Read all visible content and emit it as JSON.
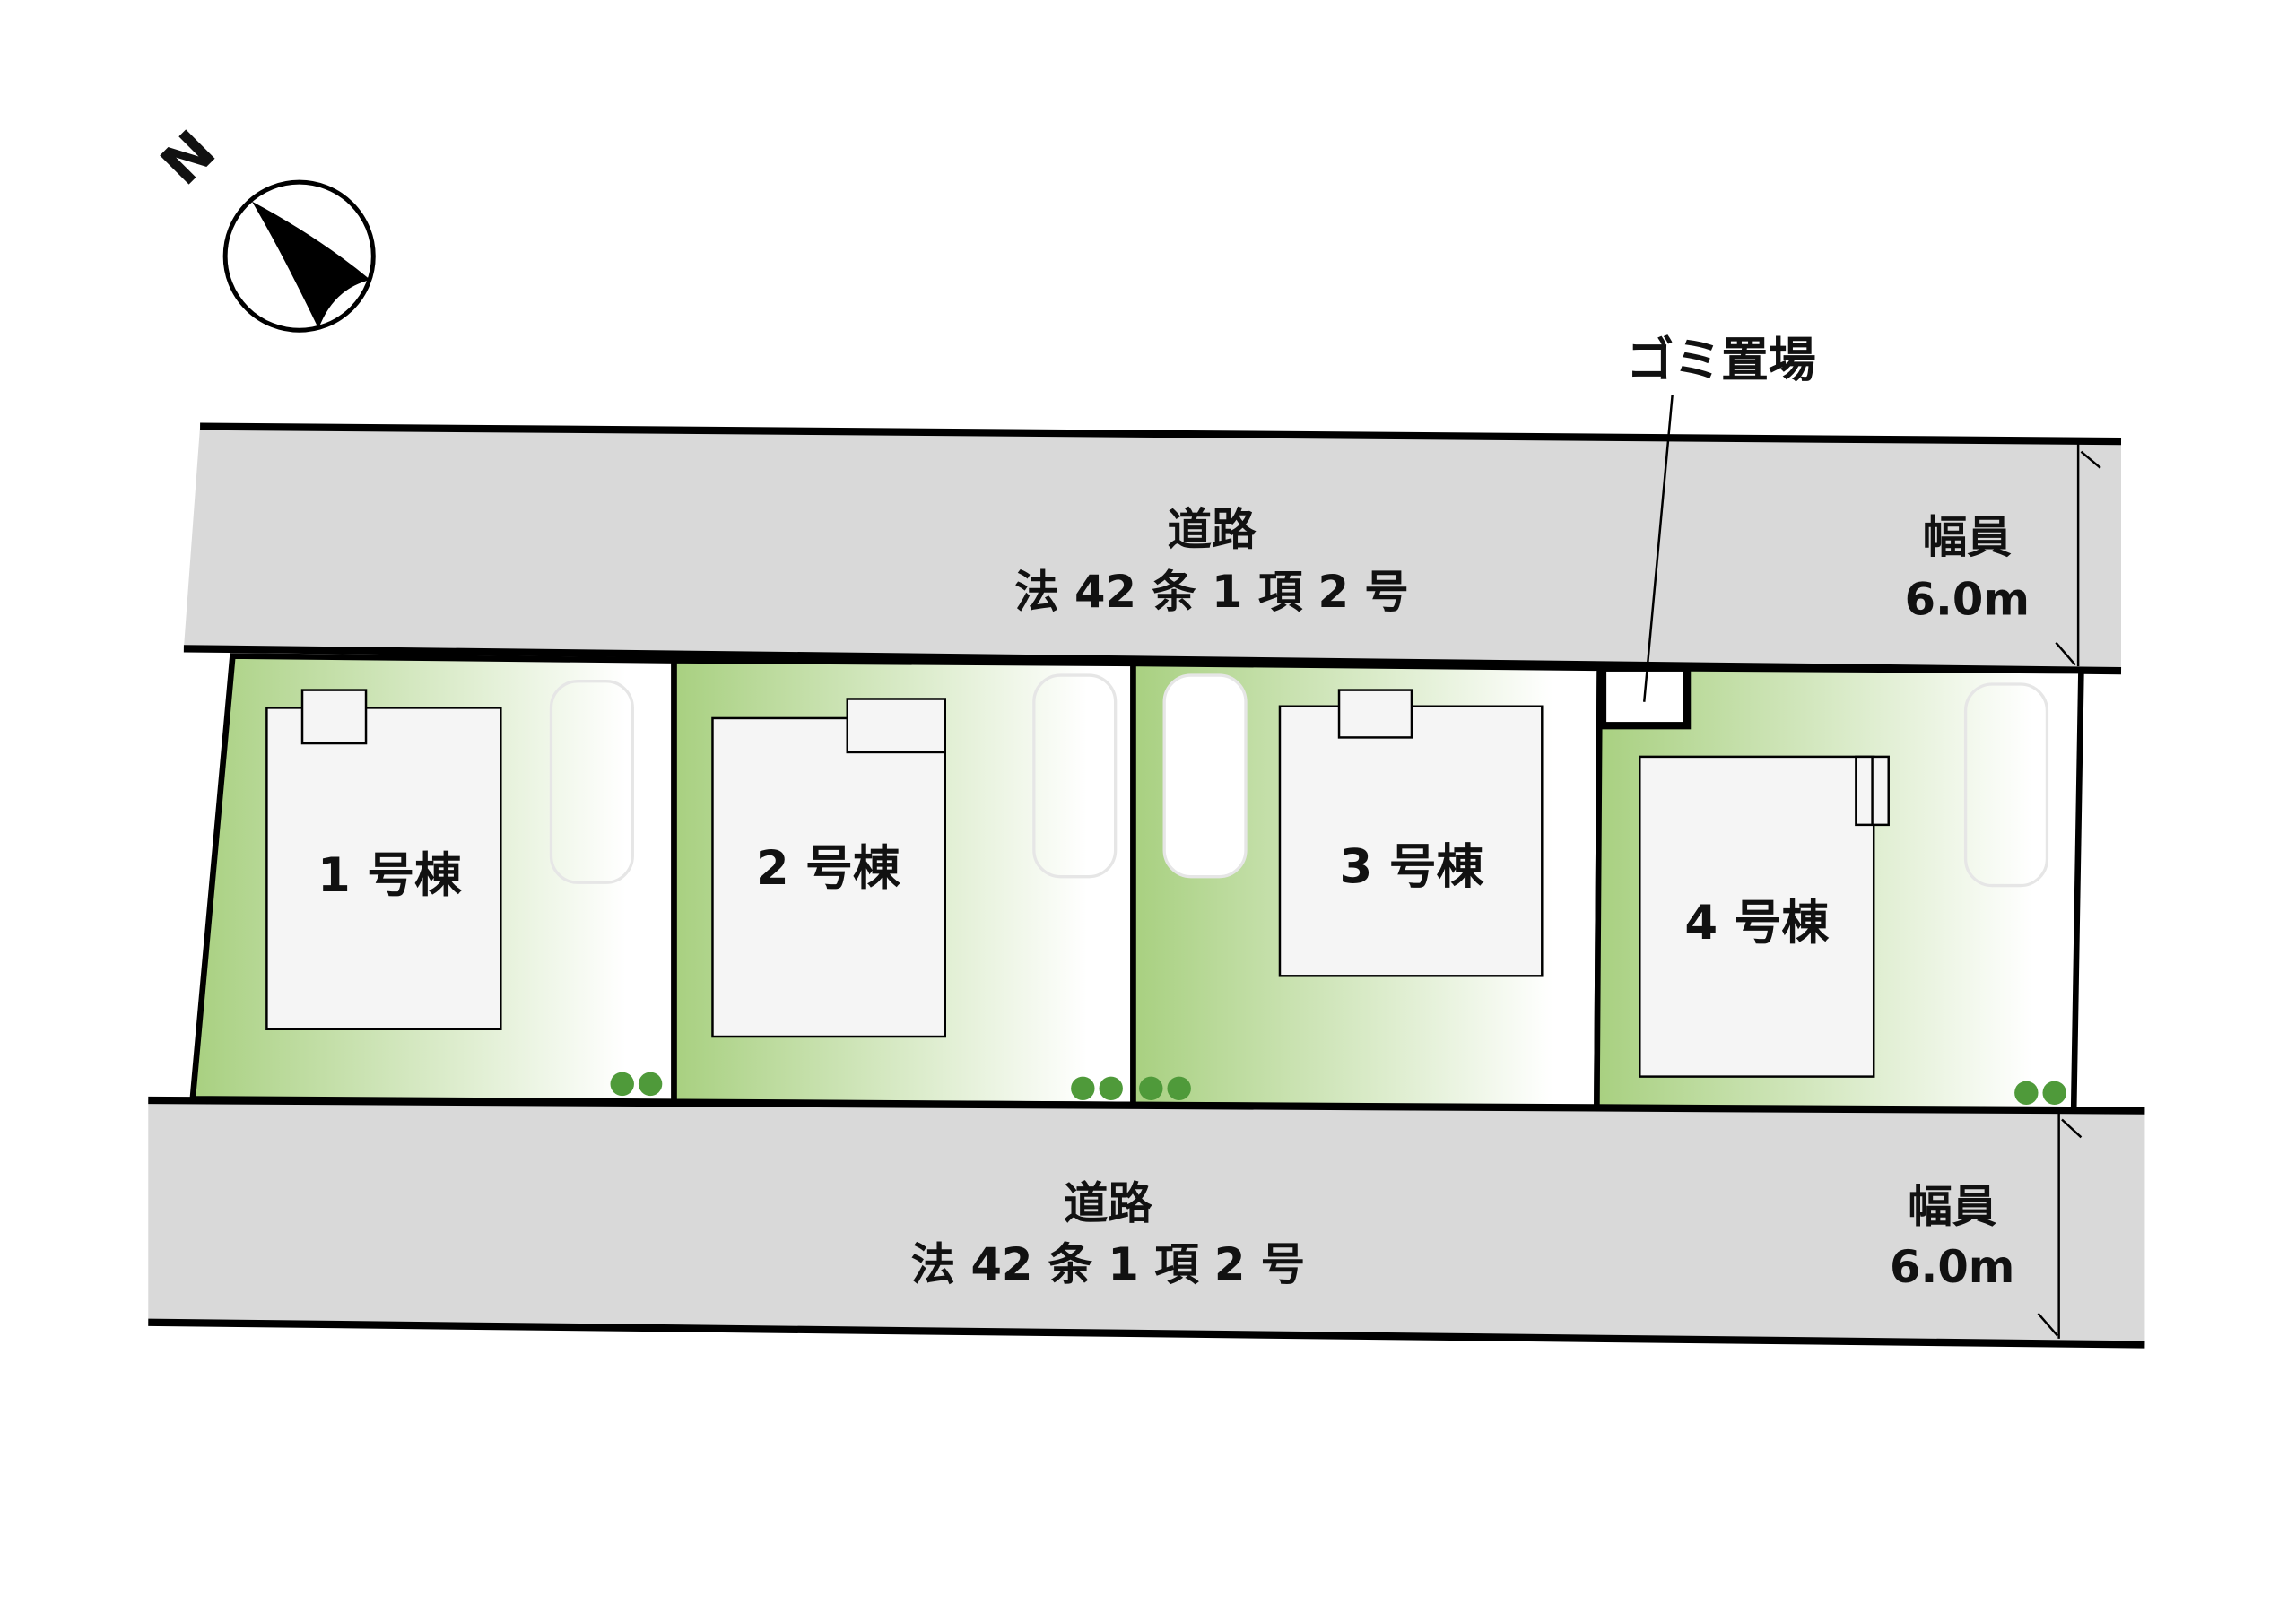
{
  "compass": {
    "label": "N"
  },
  "top_road": {
    "name": "道路",
    "law": "法 42 条 1 項 2 号",
    "width_label": "幅員",
    "width_value": "6.0m"
  },
  "bottom_road": {
    "name": "道路",
    "law": "法 42 条 1 項 2 号",
    "width_label": "幅員",
    "width_value": "6.0m"
  },
  "garbage": {
    "label": "ゴミ置場"
  },
  "lots": [
    {
      "label": "1 号棟"
    },
    {
      "label": "2 号棟"
    },
    {
      "label": "3 号棟"
    },
    {
      "label": "4 号棟"
    }
  ],
  "colors": {
    "road": "#d9d9d9",
    "green": "#a8d080",
    "house": "#f5f5f5",
    "tree": "#4f9a3a"
  }
}
